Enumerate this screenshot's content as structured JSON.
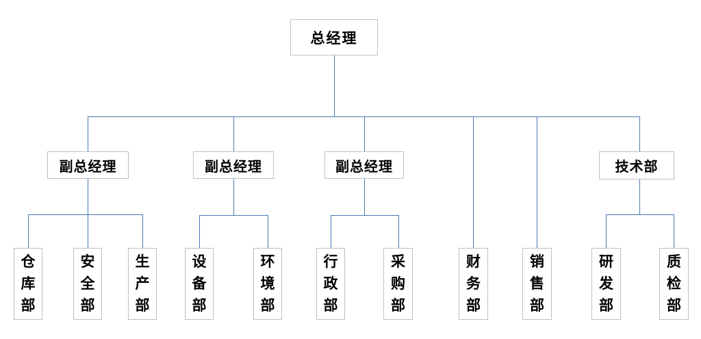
{
  "styles": {
    "connector_color": "#4678b4",
    "box_border_color": "#bfbfbf",
    "box_fill_color": "#ffffff",
    "text_color": "#000000"
  },
  "org": {
    "root": {
      "label": "总经理"
    },
    "branches": [
      {
        "label": "副总经理",
        "children": [
          {
            "label": "仓库部"
          },
          {
            "label": "安全部"
          },
          {
            "label": "生产部"
          }
        ]
      },
      {
        "label": "副总经理",
        "children": [
          {
            "label": "设备部"
          },
          {
            "label": "环境部"
          }
        ]
      },
      {
        "label": "副总经理",
        "children": [
          {
            "label": "行政部"
          },
          {
            "label": "采购部"
          }
        ]
      },
      {
        "label": "财务部",
        "children": []
      },
      {
        "label": "销售部",
        "children": []
      },
      {
        "label": "技术部",
        "children": [
          {
            "label": "研发部"
          },
          {
            "label": "质检部"
          }
        ]
      }
    ]
  }
}
